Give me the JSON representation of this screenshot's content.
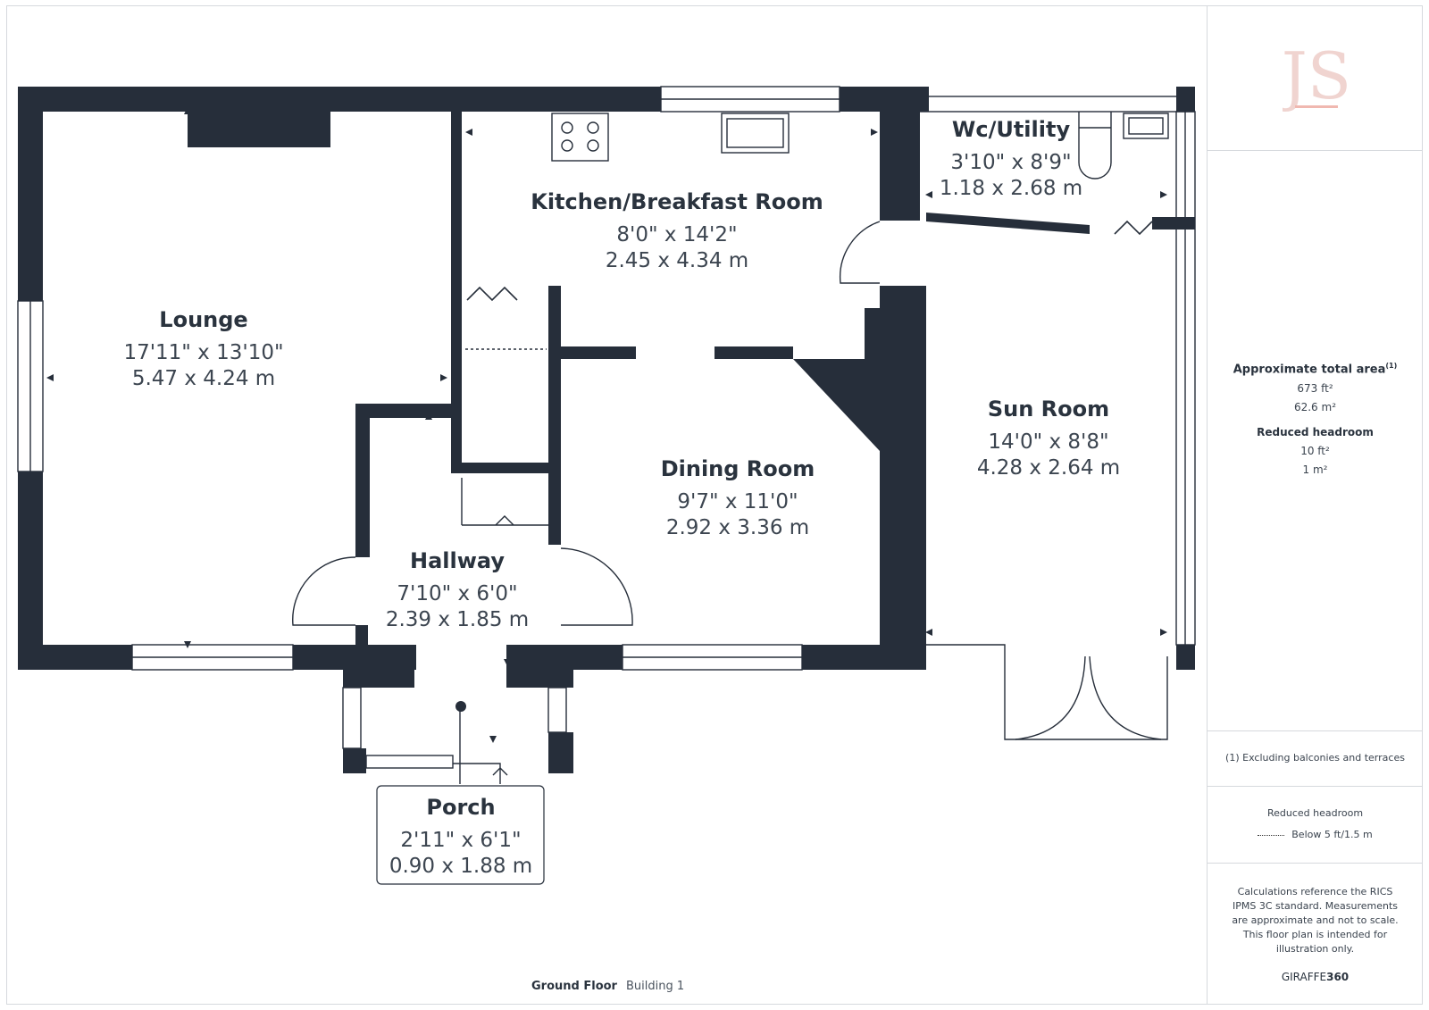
{
  "rooms": {
    "lounge": {
      "name": "Lounge",
      "imperial": "17'11\" x 13'10\"",
      "metric": "5.47 x 4.24 m"
    },
    "kitchen": {
      "name": "Kitchen/Breakfast Room",
      "imperial": "8'0\" x 14'2\"",
      "metric": "2.45 x 4.34 m"
    },
    "wc": {
      "name": "Wc/Utility",
      "imperial": "3'10\" x 8'9\"",
      "metric": "1.18 x 2.68 m"
    },
    "dining": {
      "name": "Dining Room",
      "imperial": "9'7\" x 11'0\"",
      "metric": "2.92 x 3.36 m"
    },
    "sun": {
      "name": "Sun Room",
      "imperial": "14'0\" x 8'8\"",
      "metric": "4.28 x 2.64 m"
    },
    "hallway": {
      "name": "Hallway",
      "imperial": "7'10\" x 6'0\"",
      "metric": "2.39 x 1.85 m"
    },
    "porch": {
      "name": "Porch",
      "imperial": "2'11\" x 6'1\"",
      "metric": "0.90 x 1.88 m"
    }
  },
  "panel": {
    "logo_text": "JS",
    "total_area_label": "Approximate total area",
    "total_area_note_mark": "(1)",
    "total_area_ft": "673 ft²",
    "total_area_m": "62.6 m²",
    "reduced_headroom_label": "Reduced headroom",
    "reduced_headroom_ft": "10 ft²",
    "reduced_headroom_m": "1 m²",
    "footnote": "(1) Excluding balconies and terraces",
    "legend_title": "Reduced headroom",
    "legend_item": "Below 5 ft/1.5 m",
    "disclaimer": "Calculations reference the RICS IPMS 3C standard. Measurements are approximate and not to scale. This floor plan is intended for illustration only.",
    "brand_a": "GIRAFFE",
    "brand_b": "360"
  },
  "footer": {
    "floor": "Ground Floor",
    "building": "Building 1"
  },
  "colors": {
    "wall": "#262e3a",
    "logo": "#f0d4d0",
    "text": "#2b3440"
  }
}
